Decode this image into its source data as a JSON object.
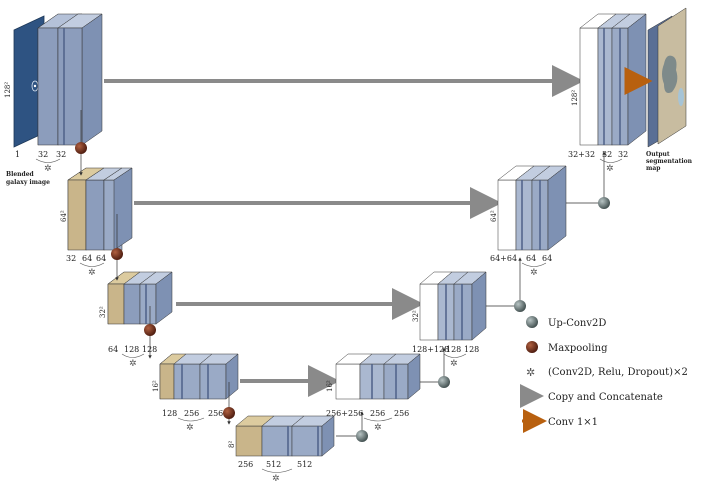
{
  "colors": {
    "blue_layer": "#9aaac6",
    "blue_dark": "#5a6f95",
    "tan_layer": "#c9b58a",
    "white_layer": "#ffffff",
    "maxpool": "#6b2a1a",
    "upconv": "#607070",
    "arrow_gray": "#8a8a8a",
    "arrow_orange": "#b8600f"
  },
  "input": {
    "caption_line1": "Blended",
    "caption_line2": "galaxy image",
    "size": "128²",
    "channels": "1"
  },
  "output": {
    "caption_line1": "Output",
    "caption_line2": "segmentation",
    "caption_line3": "map"
  },
  "encoder": [
    {
      "size": "128²",
      "channels": [
        "32",
        "32"
      ]
    },
    {
      "size": "64²",
      "channels": [
        "32",
        "64",
        "64"
      ]
    },
    {
      "size": "32²",
      "channels": [
        "64",
        "128",
        "128"
      ]
    },
    {
      "size": "16²",
      "channels": [
        "128",
        "256",
        "256"
      ]
    },
    {
      "size": "8²",
      "channels": [
        "256",
        "512",
        "512"
      ]
    }
  ],
  "decoder": [
    {
      "size": "16²",
      "channels": [
        "256+256",
        "256",
        "256"
      ]
    },
    {
      "size": "32²",
      "channels": [
        "128+128",
        "128",
        "128"
      ]
    },
    {
      "size": "64²",
      "channels": [
        "64+64",
        "64",
        "64"
      ]
    },
    {
      "size": "128²",
      "channels": [
        "32+32",
        "32",
        "32"
      ]
    }
  ],
  "legend": [
    {
      "icon": "upconv-icon",
      "label": "Up-Conv2D"
    },
    {
      "icon": "maxpool-icon",
      "label": "Maxpooling"
    },
    {
      "icon": "conv-block-icon",
      "label": "(Conv2D, Relu, Dropout)×2"
    },
    {
      "icon": "gray-arrow-icon",
      "label": "Copy and Concatenate"
    },
    {
      "icon": "orange-arrow-icon",
      "label": "Conv 1×1"
    }
  ]
}
